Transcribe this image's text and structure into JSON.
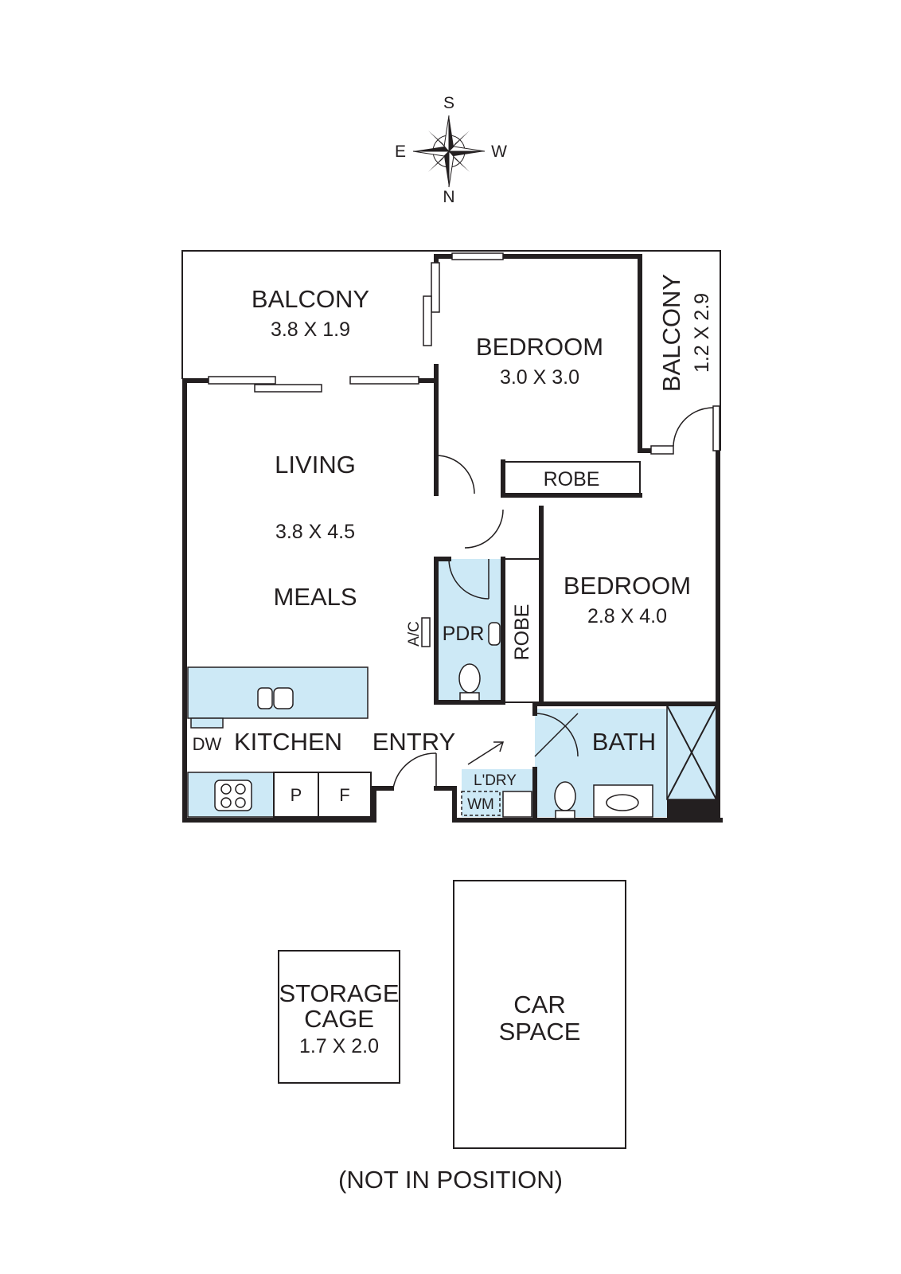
{
  "compass": {
    "top": "S",
    "left": "E",
    "right": "W",
    "bottom": "N"
  },
  "rooms": {
    "balcony_top": {
      "name": "BALCONY",
      "size": "3.8 X 1.9"
    },
    "bedroom_1": {
      "name": "BEDROOM",
      "size": "3.0 X 3.0"
    },
    "balcony_side": {
      "name": "BALCONY",
      "size": "1.2 X 2.9"
    },
    "living": {
      "name": "LIVING",
      "size": "3.8 X 4.5",
      "name2": "MEALS"
    },
    "robe_1": "ROBE",
    "bedroom_2": {
      "name": "BEDROOM",
      "size": "2.8 X 4.0"
    },
    "pdr": "PDR",
    "ac": "A/C",
    "robe_2": "ROBE",
    "dw": "DW",
    "kitchen": "KITCHEN",
    "entry": "ENTRY",
    "bath": "BATH",
    "laundry": "L'DRY",
    "wm": "WM",
    "pantry": "P",
    "fridge": "F"
  },
  "storage": {
    "line1": "STORAGE",
    "line2": "CAGE",
    "size": "1.7 X 2.0"
  },
  "car": {
    "line1": "CAR",
    "line2": "SPACE"
  },
  "note": "(NOT IN POSITION)",
  "colors": {
    "wet_area": "#cde9f6",
    "wall": "#231f20"
  }
}
